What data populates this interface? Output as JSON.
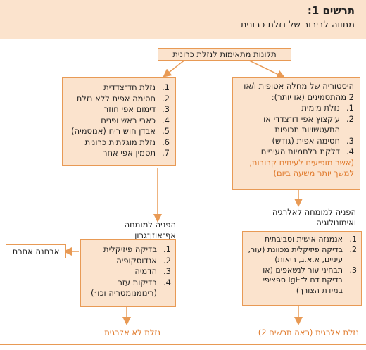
{
  "header": {
    "title": "תרשים 1:",
    "subtitle": "מתווה לבירור של נזלת כרונית"
  },
  "top_box": {
    "text": "תלונות מתאימות לנזלת כרונית"
  },
  "right_box": {
    "intro": "היסטוריה של מחלה אטופית ו/או 2 מהתסמינים (או יותר):",
    "items": [
      {
        "num": "1.",
        "text": "נזלת מימית"
      },
      {
        "num": "2.",
        "text": "עיקצוץ אפי דו־צדדי או התעטשויות תכופות"
      },
      {
        "num": "3.",
        "text": "חסימה אפית (גודש)"
      },
      {
        "num": "4.",
        "text": "דלקת בלחמיות העיניים"
      }
    ],
    "note": "(אשר מופיעים לעיתים קרובות, למשך יותר משעה ביום)"
  },
  "left_box": {
    "items": [
      {
        "num": "1.",
        "text": "נזלת חד־צדדית"
      },
      {
        "num": "2.",
        "text": "חסימה אפית ללא נזלת"
      },
      {
        "num": "3.",
        "text": "דימום אפי חוזר"
      },
      {
        "num": "4.",
        "text": "כאבי ראש ופנים"
      },
      {
        "num": "5.",
        "text": "אבדן חוש ריח (אנוסמיה)"
      },
      {
        "num": "6.",
        "text": "נזלת מוגלתית כרונית"
      },
      {
        "num": "7.",
        "text": "תסמין אפי אחר"
      }
    ]
  },
  "referral_allergy": "הפניה למומחה לאלרגיה ואימונולוגיה",
  "referral_ent": "הפניה למומחה אף־אוזן־גרון",
  "right_bottom_box": {
    "items": [
      {
        "num": "1.",
        "text": "אנמנזה אישית וסביבתית"
      },
      {
        "num": "2.",
        "text": "בדיקה פיזיקלית מכוונת (עור, עיניים, א.א.ג, ריאות)"
      },
      {
        "num": "3.",
        "text": "תבחיני עור לנשאפים (או בדיקת דם ל־IgE ספציפי במידת הצורך)"
      }
    ]
  },
  "left_bottom_box": {
    "items": [
      {
        "num": "1.",
        "text": "בדיקה פיזיקלית"
      },
      {
        "num": "2.",
        "text": "אנדוסקופיה"
      },
      {
        "num": "3.",
        "text": "הדמיה"
      },
      {
        "num": "4.",
        "text": "בדיקות עזר (רינומנומטריה וכו׳)"
      }
    ]
  },
  "other_diagnosis": "אבחנה אחרת",
  "outcome_allergic": "נזלת אלרגית (ראה תרשים 2)",
  "outcome_nonallergic": "נזלת לא אלרגית",
  "colors": {
    "accent": "#e89a55",
    "fill": "#fbe3cd",
    "orange_text": "#e07a2c"
  }
}
